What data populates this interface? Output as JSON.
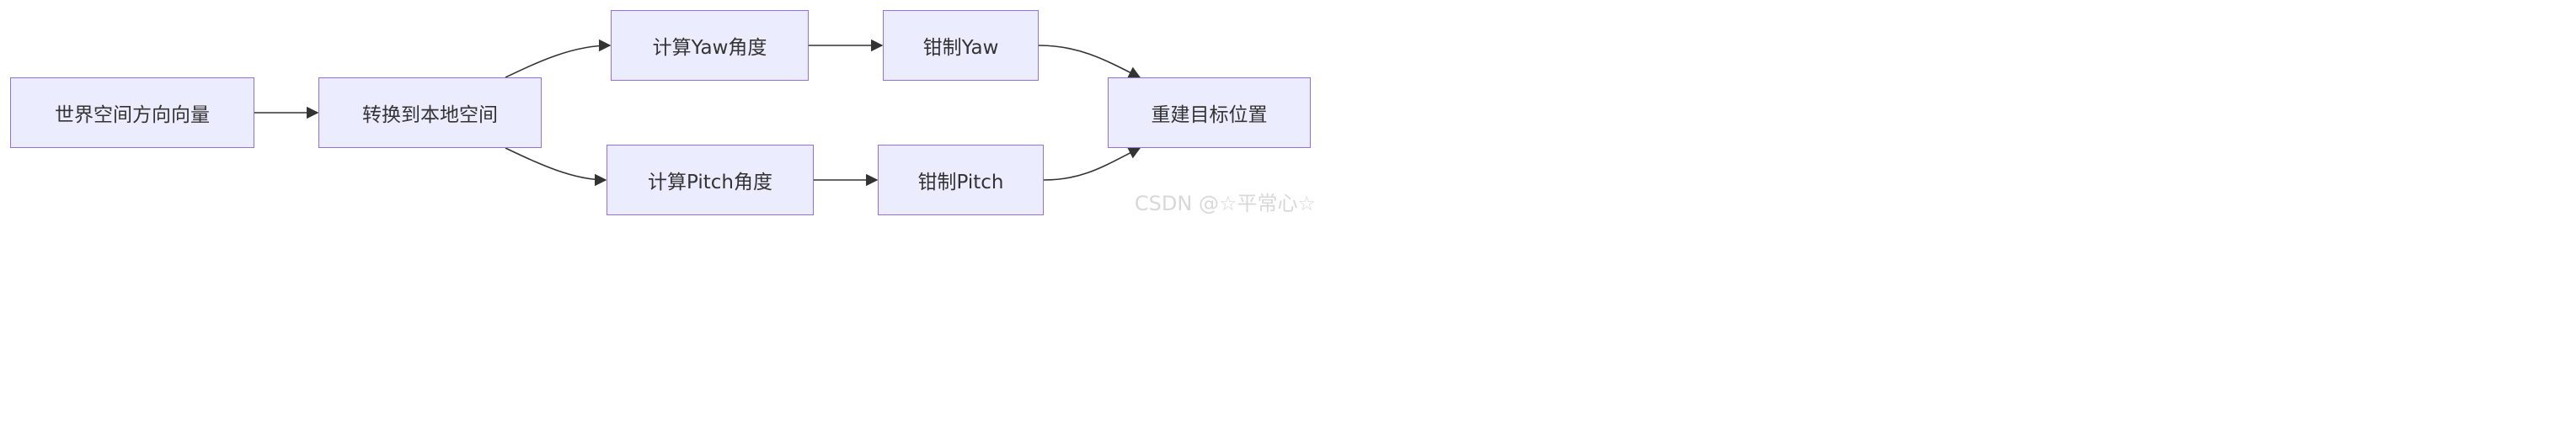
{
  "diagram": {
    "nodes": {
      "world": "世界空间方向向量",
      "local": "转换到本地空间",
      "yaw": "计算Yaw角度",
      "clamp_yaw": "钳制Yaw",
      "pitch": "计算Pitch角度",
      "clamp_pitch": "钳制Pitch",
      "rebuild": "重建目标位置"
    },
    "edges": [
      {
        "from": "world",
        "to": "local"
      },
      {
        "from": "local",
        "to": "yaw"
      },
      {
        "from": "local",
        "to": "pitch"
      },
      {
        "from": "yaw",
        "to": "clamp_yaw"
      },
      {
        "from": "pitch",
        "to": "clamp_pitch"
      },
      {
        "from": "clamp_yaw",
        "to": "rebuild"
      },
      {
        "from": "clamp_pitch",
        "to": "rebuild"
      }
    ],
    "colors": {
      "node_fill": "#ececff",
      "node_border": "#9370db",
      "edge": "#333333"
    }
  },
  "watermark": "CSDN @☆平常心☆"
}
